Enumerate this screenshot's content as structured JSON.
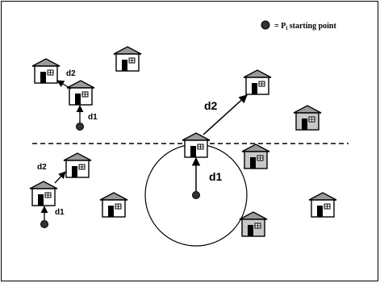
{
  "legend": {
    "marker": "filled-dot",
    "prefix": "= P",
    "subscript": "i",
    "suffix": " starting point"
  },
  "labels": {
    "d1": "d1",
    "d2": "d2"
  },
  "icons": {
    "house": "house-icon",
    "start_point": "starting-point-dot"
  },
  "colors": {
    "house_body_light": "#ffffff",
    "house_body_grey": "#c8c8c8",
    "roof": "#9a9a9a",
    "ink": "#000000"
  }
}
